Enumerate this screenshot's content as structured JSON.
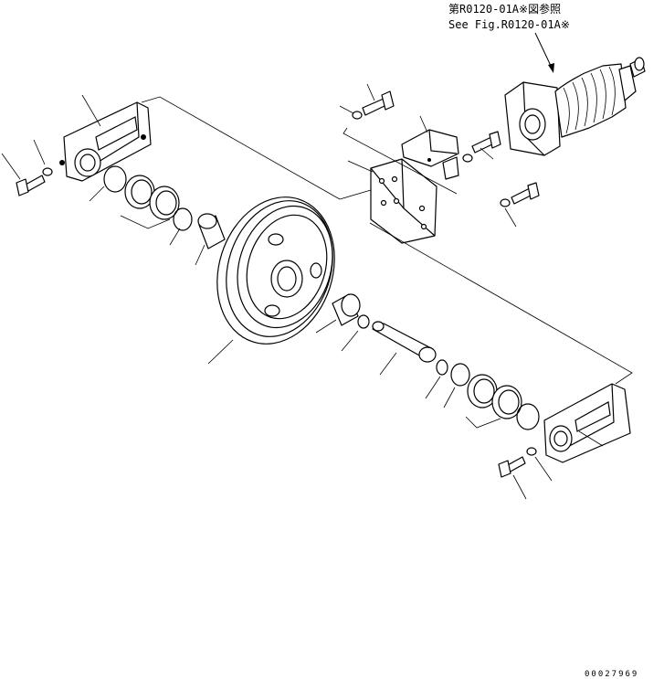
{
  "reference": {
    "line1": "第R0120-01A※図参照",
    "line2": "See Fig.R0120-01A※"
  },
  "document_number": "00027969"
}
